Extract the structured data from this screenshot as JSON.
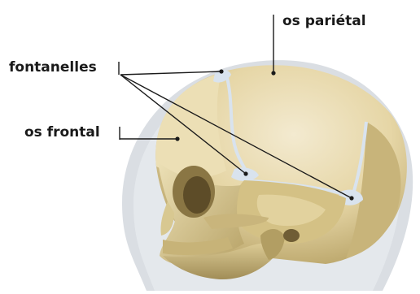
{
  "labels": {
    "parietal": "os pariétal",
    "fontanelles": "fontanelles",
    "frontal": "os frontal"
  },
  "colors": {
    "bone_light": "#eee3bf",
    "bone_mid": "#d6c48e",
    "bone_dark": "#a8945c",
    "bone_shadow": "#6f5d35",
    "head_outline": "#d3d8de",
    "fontanelle_membrane": "#d9e3ee",
    "leader_line": "#1a1a1a"
  },
  "icons": {
    "illustration": "infant-skull-side-view"
  }
}
